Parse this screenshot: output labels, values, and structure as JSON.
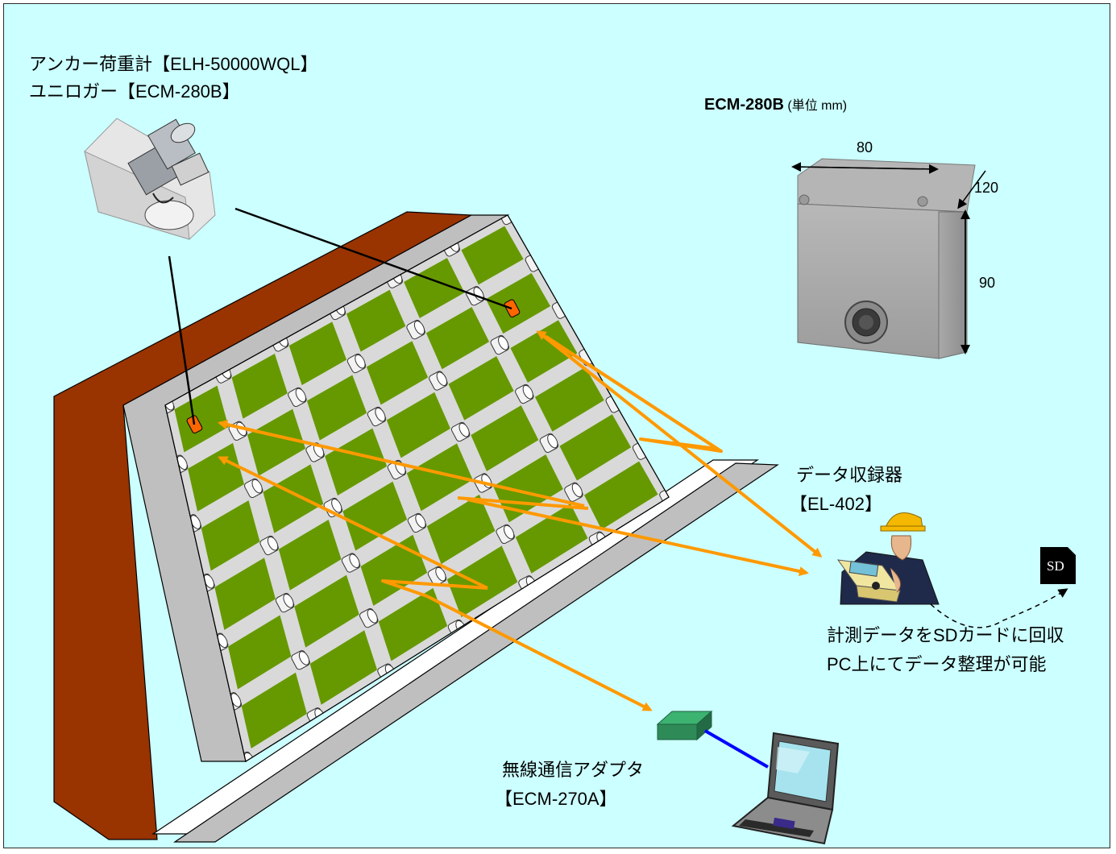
{
  "labels": {
    "anchor_load_cell": "アンカー荷重計【ELH-50000WQL】",
    "unilogger": "ユニロガー【ECM-280B】",
    "spec_title": "ECM-280B",
    "spec_unit": "(単位 mm)",
    "dim_width": "80",
    "dim_depth": "120",
    "dim_height": "90",
    "data_recorder": "データ収録器",
    "data_recorder_model": "【EL-402】",
    "sd_card": "SD",
    "sd_note_1": "計測データをSDカードに回収",
    "sd_note_2": "PC上にてデータ整理が可能",
    "wireless_adapter": "無線通信アダプタ",
    "wireless_adapter_model": "【ECM-270A】"
  },
  "colors": {
    "background": "#ccffff",
    "earth": "#993300",
    "slope_panel": "#669900",
    "frame_beam": "#d9d9d9",
    "anchor_highlight": "#ff6600",
    "signal_arrow": "#ff9900",
    "cable": "#0000ff",
    "adapter": "#2e8b57"
  }
}
